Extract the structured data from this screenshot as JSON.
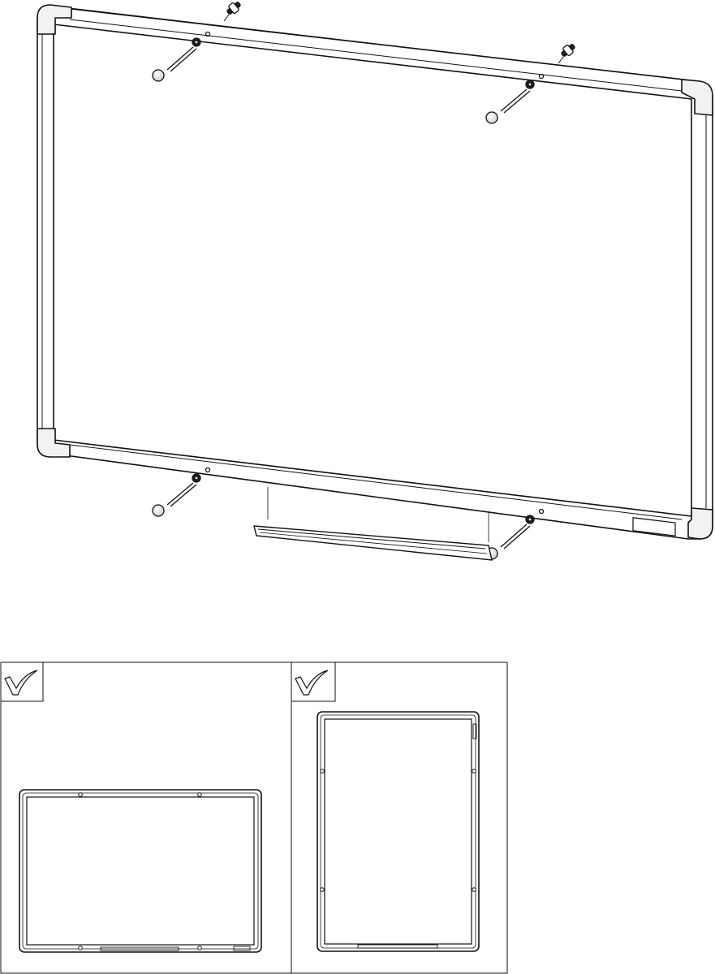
{
  "diagram": {
    "main_view": {
      "icon": "whiteboard-exploded-assembly",
      "parts": [
        "frame",
        "corner-caps",
        "wall-screws",
        "wall-plugs",
        "mounting-brackets",
        "marker-tray",
        "label-plate"
      ]
    },
    "orientation_panels": [
      {
        "icon": "checkmark-icon",
        "orientation": "landscape"
      },
      {
        "icon": "checkmark-icon",
        "orientation": "portrait"
      }
    ]
  }
}
